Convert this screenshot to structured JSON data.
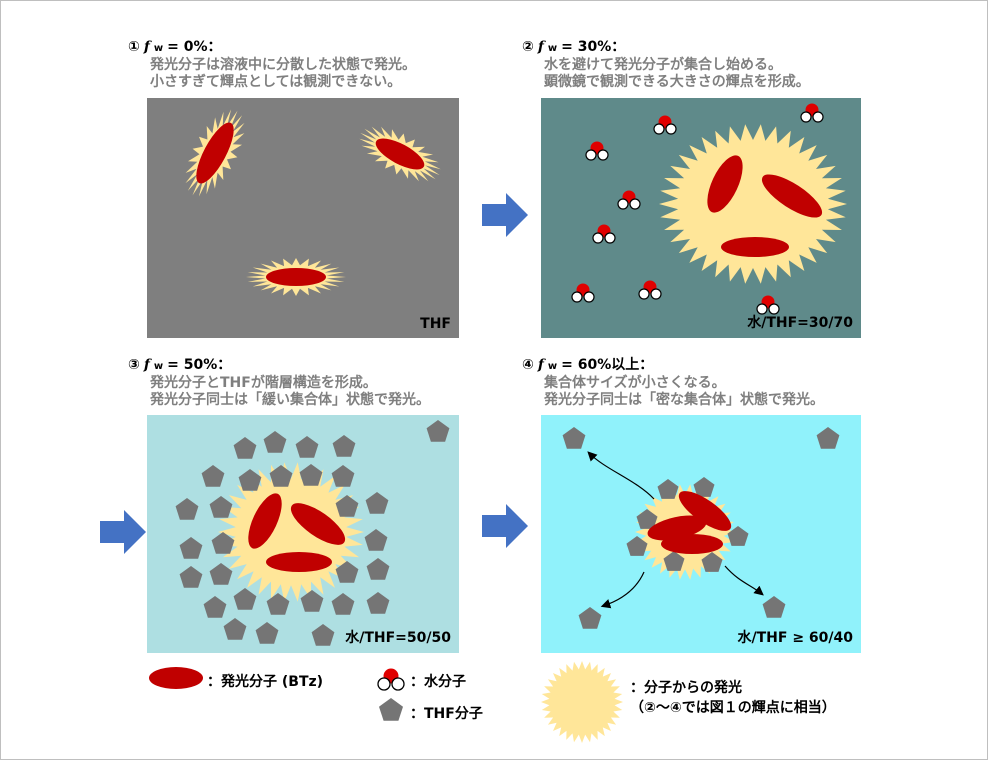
{
  "panels": [
    {
      "num": "①",
      "symbol": "f",
      "sub": "w",
      "eq": "= 0%：",
      "line1": "発光分子は溶液中に分散した状態で発光。",
      "line2": "小さすぎて輝点としては観測できない。",
      "corner": "THF",
      "bg": "#7f7f7f"
    },
    {
      "num": "②",
      "symbol": "f",
      "sub": "w",
      "eq": "= 30%：",
      "line1": "水を避けて発光分子が集合し始める。",
      "line2": "顕微鏡で観測できる大きさの輝点を形成。",
      "corner": "水/THF=30/70",
      "bg": "#5f8a8a"
    },
    {
      "num": "③",
      "symbol": "f",
      "sub": "w",
      "eq": "= 50%：",
      "line1": "発光分子とTHFが階層構造を形成。",
      "line2": "発光分子同士は「緩い集合体」状態で発光。",
      "corner": "水/THF=50/50",
      "bg": "#aedfe2"
    },
    {
      "num": "④",
      "symbol": "f",
      "sub": "w",
      "eq": "= 60%以上：",
      "line1": "集合体サイズが小さくなる。",
      "line2": "発光分子同士は「密な集合体」状態で発光。",
      "corner": "水/THF ≥ 60/40",
      "bg": "#90f2fb"
    }
  ],
  "legend": {
    "emitter": "：発光分子 (BTz)",
    "water": "：水分子",
    "thf": "：THF分子",
    "glow_line1": "：分子からの発光",
    "glow_line2": "（②～④では図１の輝点に相当）"
  },
  "colors": {
    "emitter": "#c00000",
    "glow": "#ffe699",
    "thf": "#757575",
    "arrow": "#4472c4"
  }
}
